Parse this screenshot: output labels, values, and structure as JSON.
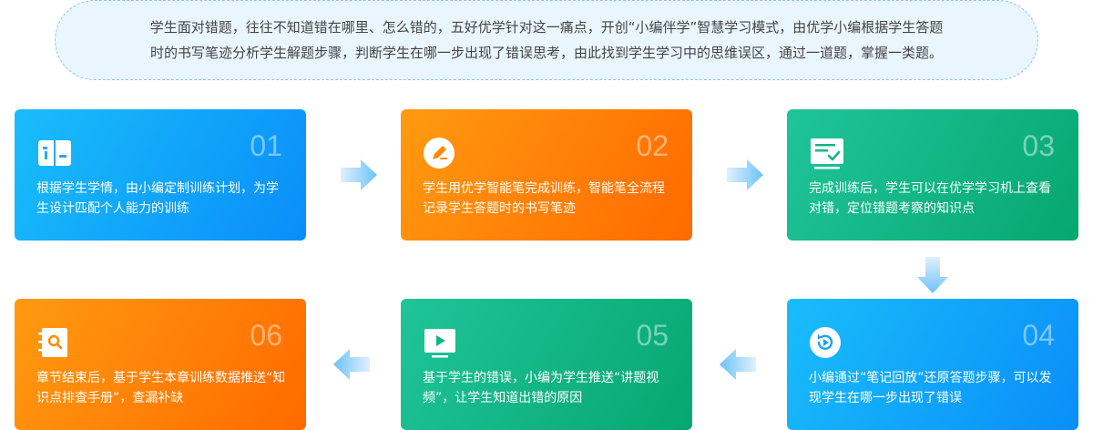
{
  "intro": {
    "line1": "学生面对错题，往往不知道错在哪里、怎么错的，五好优学针对这一痛点，开创“小编伴学”智慧学习模式，由优学小编根据学生答题",
    "line2": "时的书写笔迹分析学生解题步骤，判断学生在哪一步出现了错误思考，由此找到学生学习中的思维误区，通过一道题，掌握一类题。"
  },
  "steps": [
    {
      "num": "01",
      "icon": "book-icon",
      "color": "#0a8ef9",
      "text": "根据学生学情，由小编定制训练计划，为学生设计匹配个人能力的训练"
    },
    {
      "num": "02",
      "icon": "pen-icon",
      "color": "#ff6a00",
      "text": "学生用优学智能笔完成训练，智能笔全流程记录学生答题时的书写笔迹"
    },
    {
      "num": "03",
      "icon": "checklist-icon",
      "color": "#06a76f",
      "text": "完成训练后，学生可以在优学学习机上查看对错，定位错题考察的知识点"
    },
    {
      "num": "04",
      "icon": "replay-icon",
      "color": "#0a8ef9",
      "text": "小编通过“笔记回放”还原答题步骤，可以发现学生在哪一步出现了错误"
    },
    {
      "num": "05",
      "icon": "video-icon",
      "color": "#06a76f",
      "text": "基于学生的错误，小编为学生推送“讲题视频”，让学生知道出错的原因"
    },
    {
      "num": "06",
      "icon": "notebook-search-icon",
      "color": "#ff6a00",
      "text": "章节结束后，基于学生本章训练数据推送“知识点排查手册”，查漏补缺"
    }
  ]
}
